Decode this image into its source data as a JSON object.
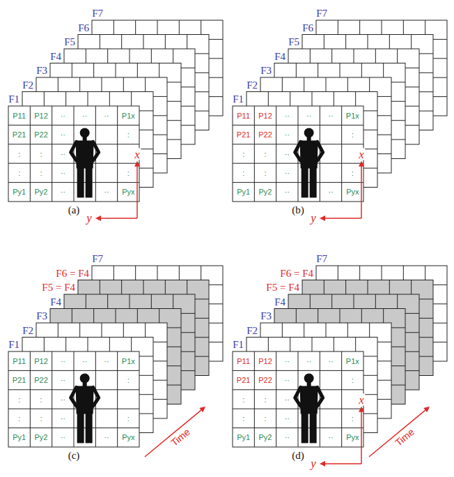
{
  "diagram": {
    "labels": [
      "F1",
      "F2",
      "F3",
      "F4",
      "F5",
      "F6",
      "F7",
      "P11",
      "P12",
      "··",
      "··",
      "··",
      "P1x",
      "P21",
      "P22",
      "··",
      ":",
      ":",
      ":",
      "··",
      ":",
      ":",
      "··",
      ":",
      "Py1",
      "Py2",
      "··",
      "··",
      "Pyx",
      "x",
      "y",
      "(a)",
      "F1",
      "F2",
      "F3",
      "F4",
      "F5",
      "F6",
      "F7",
      "P11",
      "P12",
      "··",
      "··",
      "··",
      "P1x",
      "P21",
      "P22",
      "··",
      ":",
      ":",
      ":",
      "··",
      ":",
      ":",
      "··",
      ":",
      "Py1",
      "Py2",
      "··",
      "··",
      "Pyx",
      "x",
      "y",
      "(b)",
      "F1",
      "F2",
      "F3",
      "F4",
      "F5 = F4",
      "F6 = F4",
      "F7",
      "P11",
      "P12",
      "··",
      "··",
      "··",
      "P1x",
      "P21",
      "P22",
      "··",
      ":",
      ":",
      ":",
      "··",
      ":",
      ":",
      "··",
      ":",
      "Py1",
      "Py2",
      "··",
      "··",
      "Pyx",
      "Time",
      "(c)",
      "F1",
      "F2",
      "F3",
      "F4",
      "F5 = F4",
      "F6 = F4",
      "F7",
      "P11",
      "P12",
      "··",
      "··",
      "··",
      "P1x",
      "P21",
      "P22",
      "··",
      ":",
      ":",
      ":",
      "··",
      ":",
      ":",
      "··",
      ":",
      "Py1",
      "Py2",
      "··",
      "··",
      "Pyx",
      "x",
      "y",
      "Time",
      "(d)"
    ]
  }
}
